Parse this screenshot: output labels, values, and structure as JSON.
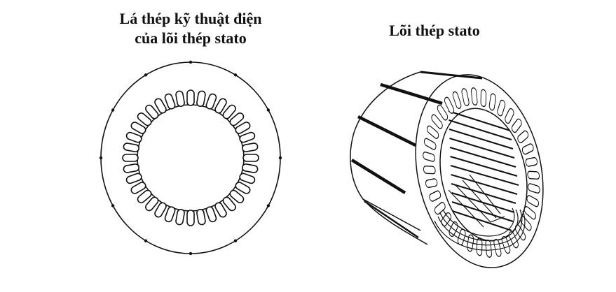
{
  "figures": [
    {
      "id": "lamination",
      "caption_lines": [
        "Lá thép kỹ thuật điện",
        "của lõi thép stato"
      ],
      "drawing": "stator-lamination-ring",
      "slot_count": 36
    },
    {
      "id": "stator-core",
      "caption_lines": [
        "Lõi thép stato"
      ],
      "drawing": "stator-core-cylinder"
    }
  ],
  "colors": {
    "background": "#ffffff",
    "line": "#111111",
    "text": "#111111"
  }
}
